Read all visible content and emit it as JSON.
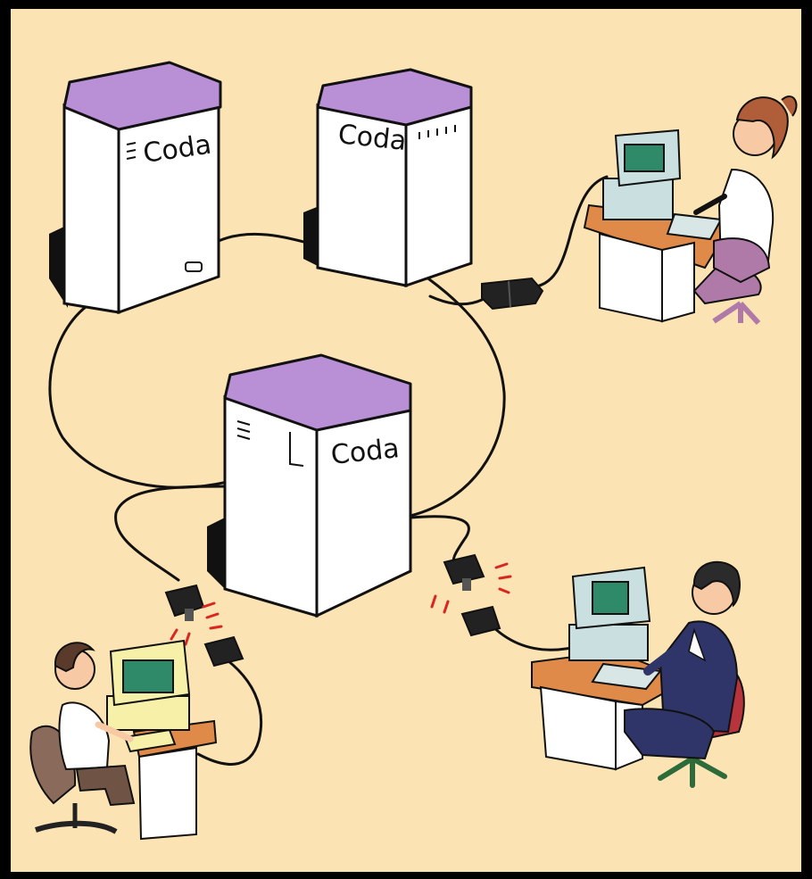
{
  "colors": {
    "frame": "#000000",
    "background": "#fbe3b4",
    "server_top": "#b98fd6",
    "server_side": "#ffffff",
    "desk_top": "#e08a4a",
    "computer_beige": "#f6f0a8",
    "computer_grey": "#c9dfe0",
    "screen": "#2f8a6a",
    "suit_navy": "#2f3568",
    "shirt_white": "#ffffff",
    "chair_red": "#b8343c",
    "chair_mauve": "#b07aa8",
    "chair_brown": "#8a6a5a",
    "signal_red": "#d9271f"
  },
  "servers": [
    {
      "label": "Coda"
    },
    {
      "label": "Coda"
    },
    {
      "label": "Coda"
    }
  ],
  "clients": [
    {
      "icon": "woman-at-computer-icon"
    },
    {
      "icon": "man-at-computer-icon"
    },
    {
      "icon": "man-in-suit-at-computer-icon"
    }
  ],
  "connectors": [
    {
      "icon": "network-connector-icon",
      "state": "connected"
    },
    {
      "icon": "network-connector-icon",
      "state": "disconnected"
    },
    {
      "icon": "network-connector-icon",
      "state": "disconnected"
    }
  ]
}
